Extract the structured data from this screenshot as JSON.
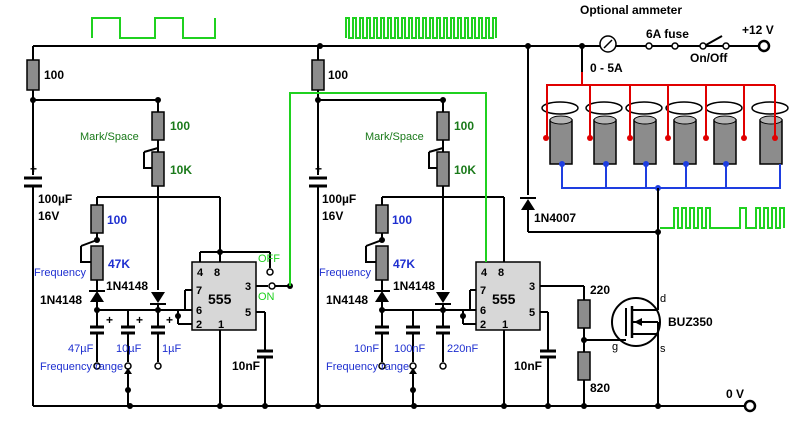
{
  "labels": {
    "r_top_left": "100",
    "r_top_mid": "100",
    "mark_space_1": "Mark/Space",
    "mark_space_2": "Mark/Space",
    "r100_green_1": "100",
    "r100_green_2": "100",
    "pot10k_1": "10K",
    "pot10k_2": "10K",
    "r100_blue_1": "100",
    "r100_blue_2": "100",
    "pot47k_1": "47K",
    "pot47k_2": "47K",
    "frequency_1": "Frequency",
    "frequency_2": "Frequency",
    "diode_a_1": "1N4148",
    "diode_b_1": "1N4148",
    "diode_a_2": "1N4148",
    "diode_b_2": "1N4148",
    "cap_big_1": "100µF",
    "cap_big_v_1": "16V",
    "cap_big_2": "100µF",
    "cap_big_v_2": "16V",
    "chip_1": "555",
    "chip_2": "555",
    "cap10n_1": "10nF",
    "cap10n_2": "10nF",
    "c47u": "47µF",
    "c10u": "10µF",
    "c1u": "1µF",
    "c10n": "10nF",
    "c100n": "100nF",
    "c220n": "220nF",
    "freq_range_1": "Frequency range",
    "freq_range_2": "Frequency range",
    "off": "OFF",
    "on": "ON",
    "r220": "220",
    "r820": "820",
    "mosfet": "BUZ350",
    "pin_d": "d",
    "pin_g": "g",
    "pin_s": "s",
    "diode_1n4007": "1N4007",
    "ammeter_title": "Optional ammeter",
    "ammeter_range": "0 - 5A",
    "fuse": "6A fuse",
    "onoff": "On/Off",
    "plus12": "+12 V",
    "zero_v": "0 V",
    "chip_pins": [
      "4",
      "8",
      "7",
      "3",
      "6",
      "2",
      "5",
      "1"
    ]
  },
  "colors": {
    "green_label": "#1a7a1a",
    "blue_label": "#1e2fd0",
    "green_wire": "#1fd11f",
    "red_wire": "#e00000",
    "blue_wire": "#1e3ee0",
    "component_fill": "#8c8c8c"
  }
}
